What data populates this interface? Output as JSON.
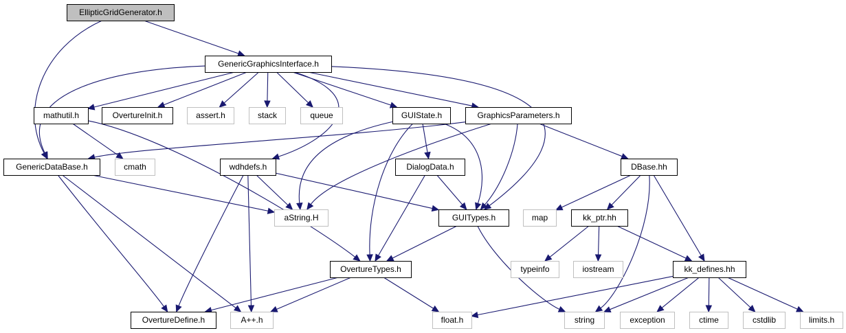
{
  "colors": {
    "edge": "#191970",
    "node_border": "#000000",
    "node_border_external": "#bfbfbf",
    "root_fill": "#bfbfbf",
    "node_fill": "#ffffff"
  },
  "nodes": [
    {
      "id": "egg",
      "label": "EllipticGridGenerator.h",
      "kind": "root"
    },
    {
      "id": "ggi",
      "label": "GenericGraphicsInterface.h",
      "kind": "local"
    },
    {
      "id": "mathutil",
      "label": "mathutil.h",
      "kind": "local"
    },
    {
      "id": "ovinit",
      "label": "OvertureInit.h",
      "kind": "local"
    },
    {
      "id": "assert",
      "label": "assert.h",
      "kind": "external"
    },
    {
      "id": "stack",
      "label": "stack",
      "kind": "external"
    },
    {
      "id": "queue",
      "label": "queue",
      "kind": "external"
    },
    {
      "id": "guistate",
      "label": "GUIState.h",
      "kind": "local"
    },
    {
      "id": "gparams",
      "label": "GraphicsParameters.h",
      "kind": "local"
    },
    {
      "id": "gdb",
      "label": "GenericDataBase.h",
      "kind": "local"
    },
    {
      "id": "cmath",
      "label": "cmath",
      "kind": "external"
    },
    {
      "id": "wdh",
      "label": "wdhdefs.h",
      "kind": "local"
    },
    {
      "id": "dialog",
      "label": "DialogData.h",
      "kind": "local"
    },
    {
      "id": "dbase",
      "label": "DBase.hh",
      "kind": "local"
    },
    {
      "id": "astring",
      "label": "aString.H",
      "kind": "external"
    },
    {
      "id": "guitypes",
      "label": "GUITypes.h",
      "kind": "local"
    },
    {
      "id": "map",
      "label": "map",
      "kind": "external"
    },
    {
      "id": "kkptr",
      "label": "kk_ptr.hh",
      "kind": "local"
    },
    {
      "id": "ovtypes",
      "label": "OvertureTypes.h",
      "kind": "local"
    },
    {
      "id": "typeinfo",
      "label": "typeinfo",
      "kind": "external"
    },
    {
      "id": "iostream",
      "label": "iostream",
      "kind": "external"
    },
    {
      "id": "kkdef",
      "label": "kk_defines.hh",
      "kind": "local"
    },
    {
      "id": "ovdef",
      "label": "OvertureDefine.h",
      "kind": "local"
    },
    {
      "id": "app",
      "label": "A++.h",
      "kind": "external"
    },
    {
      "id": "float",
      "label": "float.h",
      "kind": "external"
    },
    {
      "id": "string",
      "label": "string",
      "kind": "external"
    },
    {
      "id": "exception",
      "label": "exception",
      "kind": "external"
    },
    {
      "id": "ctime",
      "label": "ctime",
      "kind": "external"
    },
    {
      "id": "cstdlib",
      "label": "cstdlib",
      "kind": "external"
    },
    {
      "id": "limits",
      "label": "limits.h",
      "kind": "external"
    }
  ],
  "edges": [
    {
      "from": "egg",
      "to": "ggi"
    },
    {
      "from": "egg",
      "to": "gdb"
    },
    {
      "from": "ggi",
      "to": "gdb"
    },
    {
      "from": "ggi",
      "to": "mathutil"
    },
    {
      "from": "ggi",
      "to": "ovinit"
    },
    {
      "from": "ggi",
      "to": "assert"
    },
    {
      "from": "ggi",
      "to": "stack"
    },
    {
      "from": "ggi",
      "to": "queue"
    },
    {
      "from": "ggi",
      "to": "guistate"
    },
    {
      "from": "ggi",
      "to": "gparams"
    },
    {
      "from": "ggi",
      "to": "wdh"
    },
    {
      "from": "ggi",
      "to": "guitypes"
    },
    {
      "from": "mathutil",
      "to": "cmath"
    },
    {
      "from": "mathutil",
      "to": "ovtypes"
    },
    {
      "from": "guistate",
      "to": "astring"
    },
    {
      "from": "guistate",
      "to": "dialog"
    },
    {
      "from": "guistate",
      "to": "guitypes"
    },
    {
      "from": "guistate",
      "to": "ovtypes"
    },
    {
      "from": "gparams",
      "to": "gdb"
    },
    {
      "from": "gparams",
      "to": "astring"
    },
    {
      "from": "gparams",
      "to": "guitypes"
    },
    {
      "from": "gparams",
      "to": "dbase"
    },
    {
      "from": "gdb",
      "to": "astring"
    },
    {
      "from": "gdb",
      "to": "ovdef"
    },
    {
      "from": "gdb",
      "to": "app"
    },
    {
      "from": "wdh",
      "to": "astring"
    },
    {
      "from": "wdh",
      "to": "guitypes"
    },
    {
      "from": "wdh",
      "to": "ovdef"
    },
    {
      "from": "wdh",
      "to": "app"
    },
    {
      "from": "dialog",
      "to": "guitypes"
    },
    {
      "from": "dialog",
      "to": "ovtypes"
    },
    {
      "from": "guitypes",
      "to": "ovtypes"
    },
    {
      "from": "guitypes",
      "to": "string"
    },
    {
      "from": "dbase",
      "to": "map"
    },
    {
      "from": "dbase",
      "to": "kkptr"
    },
    {
      "from": "dbase",
      "to": "kkdef"
    },
    {
      "from": "dbase",
      "to": "string"
    },
    {
      "from": "kkptr",
      "to": "typeinfo"
    },
    {
      "from": "kkptr",
      "to": "iostream"
    },
    {
      "from": "kkptr",
      "to": "kkdef"
    },
    {
      "from": "ovtypes",
      "to": "ovdef"
    },
    {
      "from": "ovtypes",
      "to": "app"
    },
    {
      "from": "ovtypes",
      "to": "float"
    },
    {
      "from": "kkdef",
      "to": "float"
    },
    {
      "from": "kkdef",
      "to": "string"
    },
    {
      "from": "kkdef",
      "to": "exception"
    },
    {
      "from": "kkdef",
      "to": "ctime"
    },
    {
      "from": "kkdef",
      "to": "cstdlib"
    },
    {
      "from": "kkdef",
      "to": "limits"
    }
  ]
}
